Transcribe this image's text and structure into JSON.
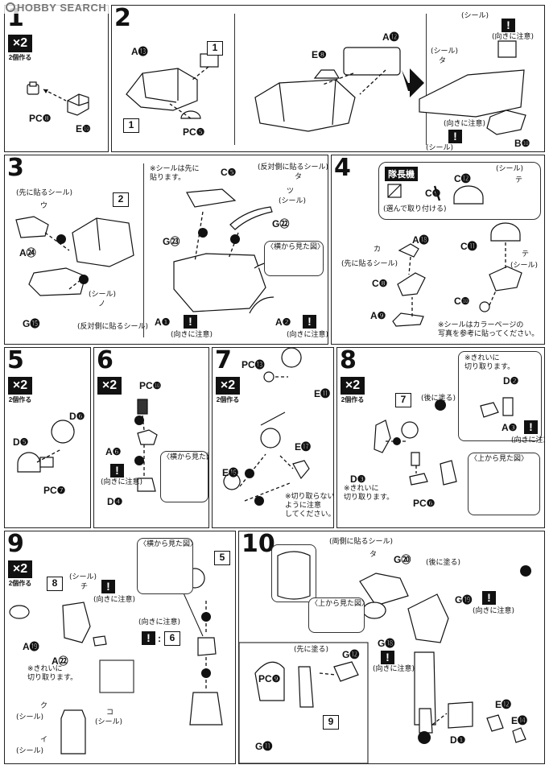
{
  "watermark": "HOBBY SEARCH",
  "common": {
    "x2": "×2",
    "make_two": "2個作る"
  },
  "panel1": {
    "num": "1",
    "pc": "PC❽",
    "e": "E❿"
  },
  "panel2": {
    "num": "2",
    "a13": "A⓭",
    "box1a": "1",
    "box1b": "1",
    "pc5": "PC❺",
    "e8": "E❽",
    "a12": "A⓬",
    "b10": "B❿",
    "seal_top": "(シール)",
    "seal_ta": "タ",
    "careful": "(向きに注意)",
    "seal_mid": "(シール)",
    "careful2": "(向きに注意)",
    "seal_bot": "(シール)"
  },
  "panel3": {
    "num": "3",
    "box2": "2",
    "a24": "A㉔",
    "g15": "G⓯",
    "c5": "C❺",
    "g22": "G㉒",
    "g23": "G㉓",
    "a1": "A❶",
    "a2": "A❷",
    "seal_first_note": "※シールは先に\n貼ります。",
    "first_seal": "(先に貼るシール)",
    "u": "ウ",
    "opposite_seal": "(反対側に貼るシール)",
    "opposite_seal2": "(反対側に貼るシール)",
    "no": "ノ",
    "seal": "(シール)",
    "ta": "タ",
    "tsu": "ツ",
    "seal2": "(シール)",
    "side_view": "〈横から見た図〉",
    "careful": "(向きに注意)",
    "careful2": "(向きに注意)"
  },
  "panel4": {
    "num": "4",
    "title": "隊長機",
    "choose": "(選んで取り付ける)",
    "c12": "C⓬",
    "c9": "C❾",
    "a18": "A⓲",
    "c11": "C⓫",
    "c8": "C❽",
    "a9": "A❾",
    "c10": "C❿",
    "seal": "(シール)",
    "te": "テ",
    "first_seal": "(先に貼るシール)",
    "ka": "カ",
    "seal2": "(シール)",
    "te2": "テ",
    "bottom_note": "※シールはカラーページの\n写真を参考に貼ってください。"
  },
  "panel5": {
    "num": "5",
    "d6": "D❻",
    "d5": "D❺",
    "pc7": "PC❼"
  },
  "panel6": {
    "num": "6",
    "pc10": "PC❿",
    "a6": "A❻",
    "d4": "D❹",
    "side_view": "〈横から見た図〉",
    "careful": "(向きに注意)"
  },
  "panel7": {
    "num": "7",
    "pc13": "PC⓭",
    "e11": "E⓫",
    "e17": "E⓱",
    "e16": "E⓰",
    "cut_note": "※切り取らない\nように注意\nしてください。"
  },
  "panel8": {
    "num": "8",
    "box7": "7",
    "d2": "D❷",
    "a3": "A❸",
    "d3": "D❸",
    "pc6": "PC❻",
    "neat": "※きれいに\n切り取ります。",
    "neat2": "※きれいに\n切り取ります。",
    "after_paint": "(後に塗る)",
    "careful": "(向きに注意)",
    "top_view": "〈上から見た図〉"
  },
  "panel9": {
    "num": "9",
    "box8": "8",
    "box5": "5",
    "box6": "6",
    "a19": "A⓳",
    "a22": "A㉒",
    "neat": "※きれいに\n切り取ります。",
    "seal": "(シール)",
    "chi": "チ",
    "careful": "(向きに注意)",
    "careful2": "(向きに注意)",
    "side_view": "〈横から見た図〉",
    "ku": "ク",
    "ko": "コ",
    "i": "イ",
    "seal_a": "(シール)",
    "seal_b": "(シール)",
    "seal_c": "(シール)"
  },
  "panel10": {
    "num": "10",
    "g20": "G⑳",
    "g19": "G⓳",
    "g18": "G⓲",
    "g12": "G⓬",
    "pc9": "PC❾",
    "g11": "G⓫",
    "box9": "9",
    "e12": "E⓬",
    "e14": "E⓮",
    "d1": "D❶",
    "both_seal": "(両側に貼るシール)",
    "ta": "タ",
    "after_paint": "(後に塗る)",
    "careful": "(向きに注意)",
    "careful2": "(向きに注意)",
    "top_view": "〈上から見た図〉",
    "first_paint": "(先に塗る)"
  }
}
